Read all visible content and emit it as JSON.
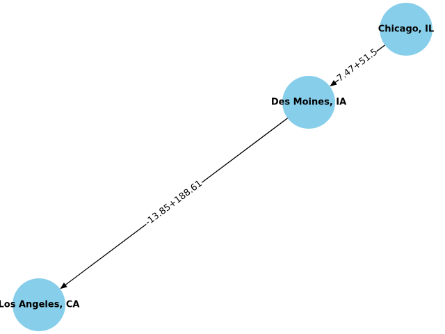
{
  "colors": {
    "node_fill": "#87ceeb",
    "edge": "#000000",
    "background": "#ffffff"
  },
  "nodes": [
    {
      "id": "chicago",
      "label": "Chicago, IL"
    },
    {
      "id": "desmoines",
      "label": "Des Moines, IA"
    },
    {
      "id": "losangeles",
      "label": "Los Angeles, CA"
    }
  ],
  "edges": [
    {
      "id": "chicago-desmoines",
      "from": "chicago",
      "to": "desmoines",
      "label": "7.47+51.5"
    },
    {
      "id": "desmoines-losangeles",
      "from": "desmoines",
      "to": "losangeles",
      "label": "-13.85+188.61"
    }
  ]
}
